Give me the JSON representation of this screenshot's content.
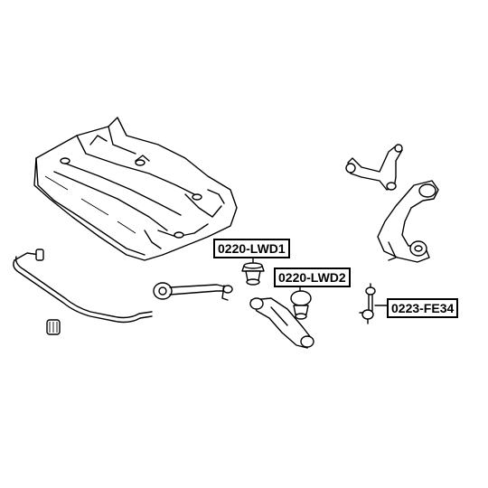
{
  "labels": {
    "lwd1": "0220-LWD1",
    "lwd2": "0220-LWD2",
    "fe34": "0223-FE34"
  }
}
